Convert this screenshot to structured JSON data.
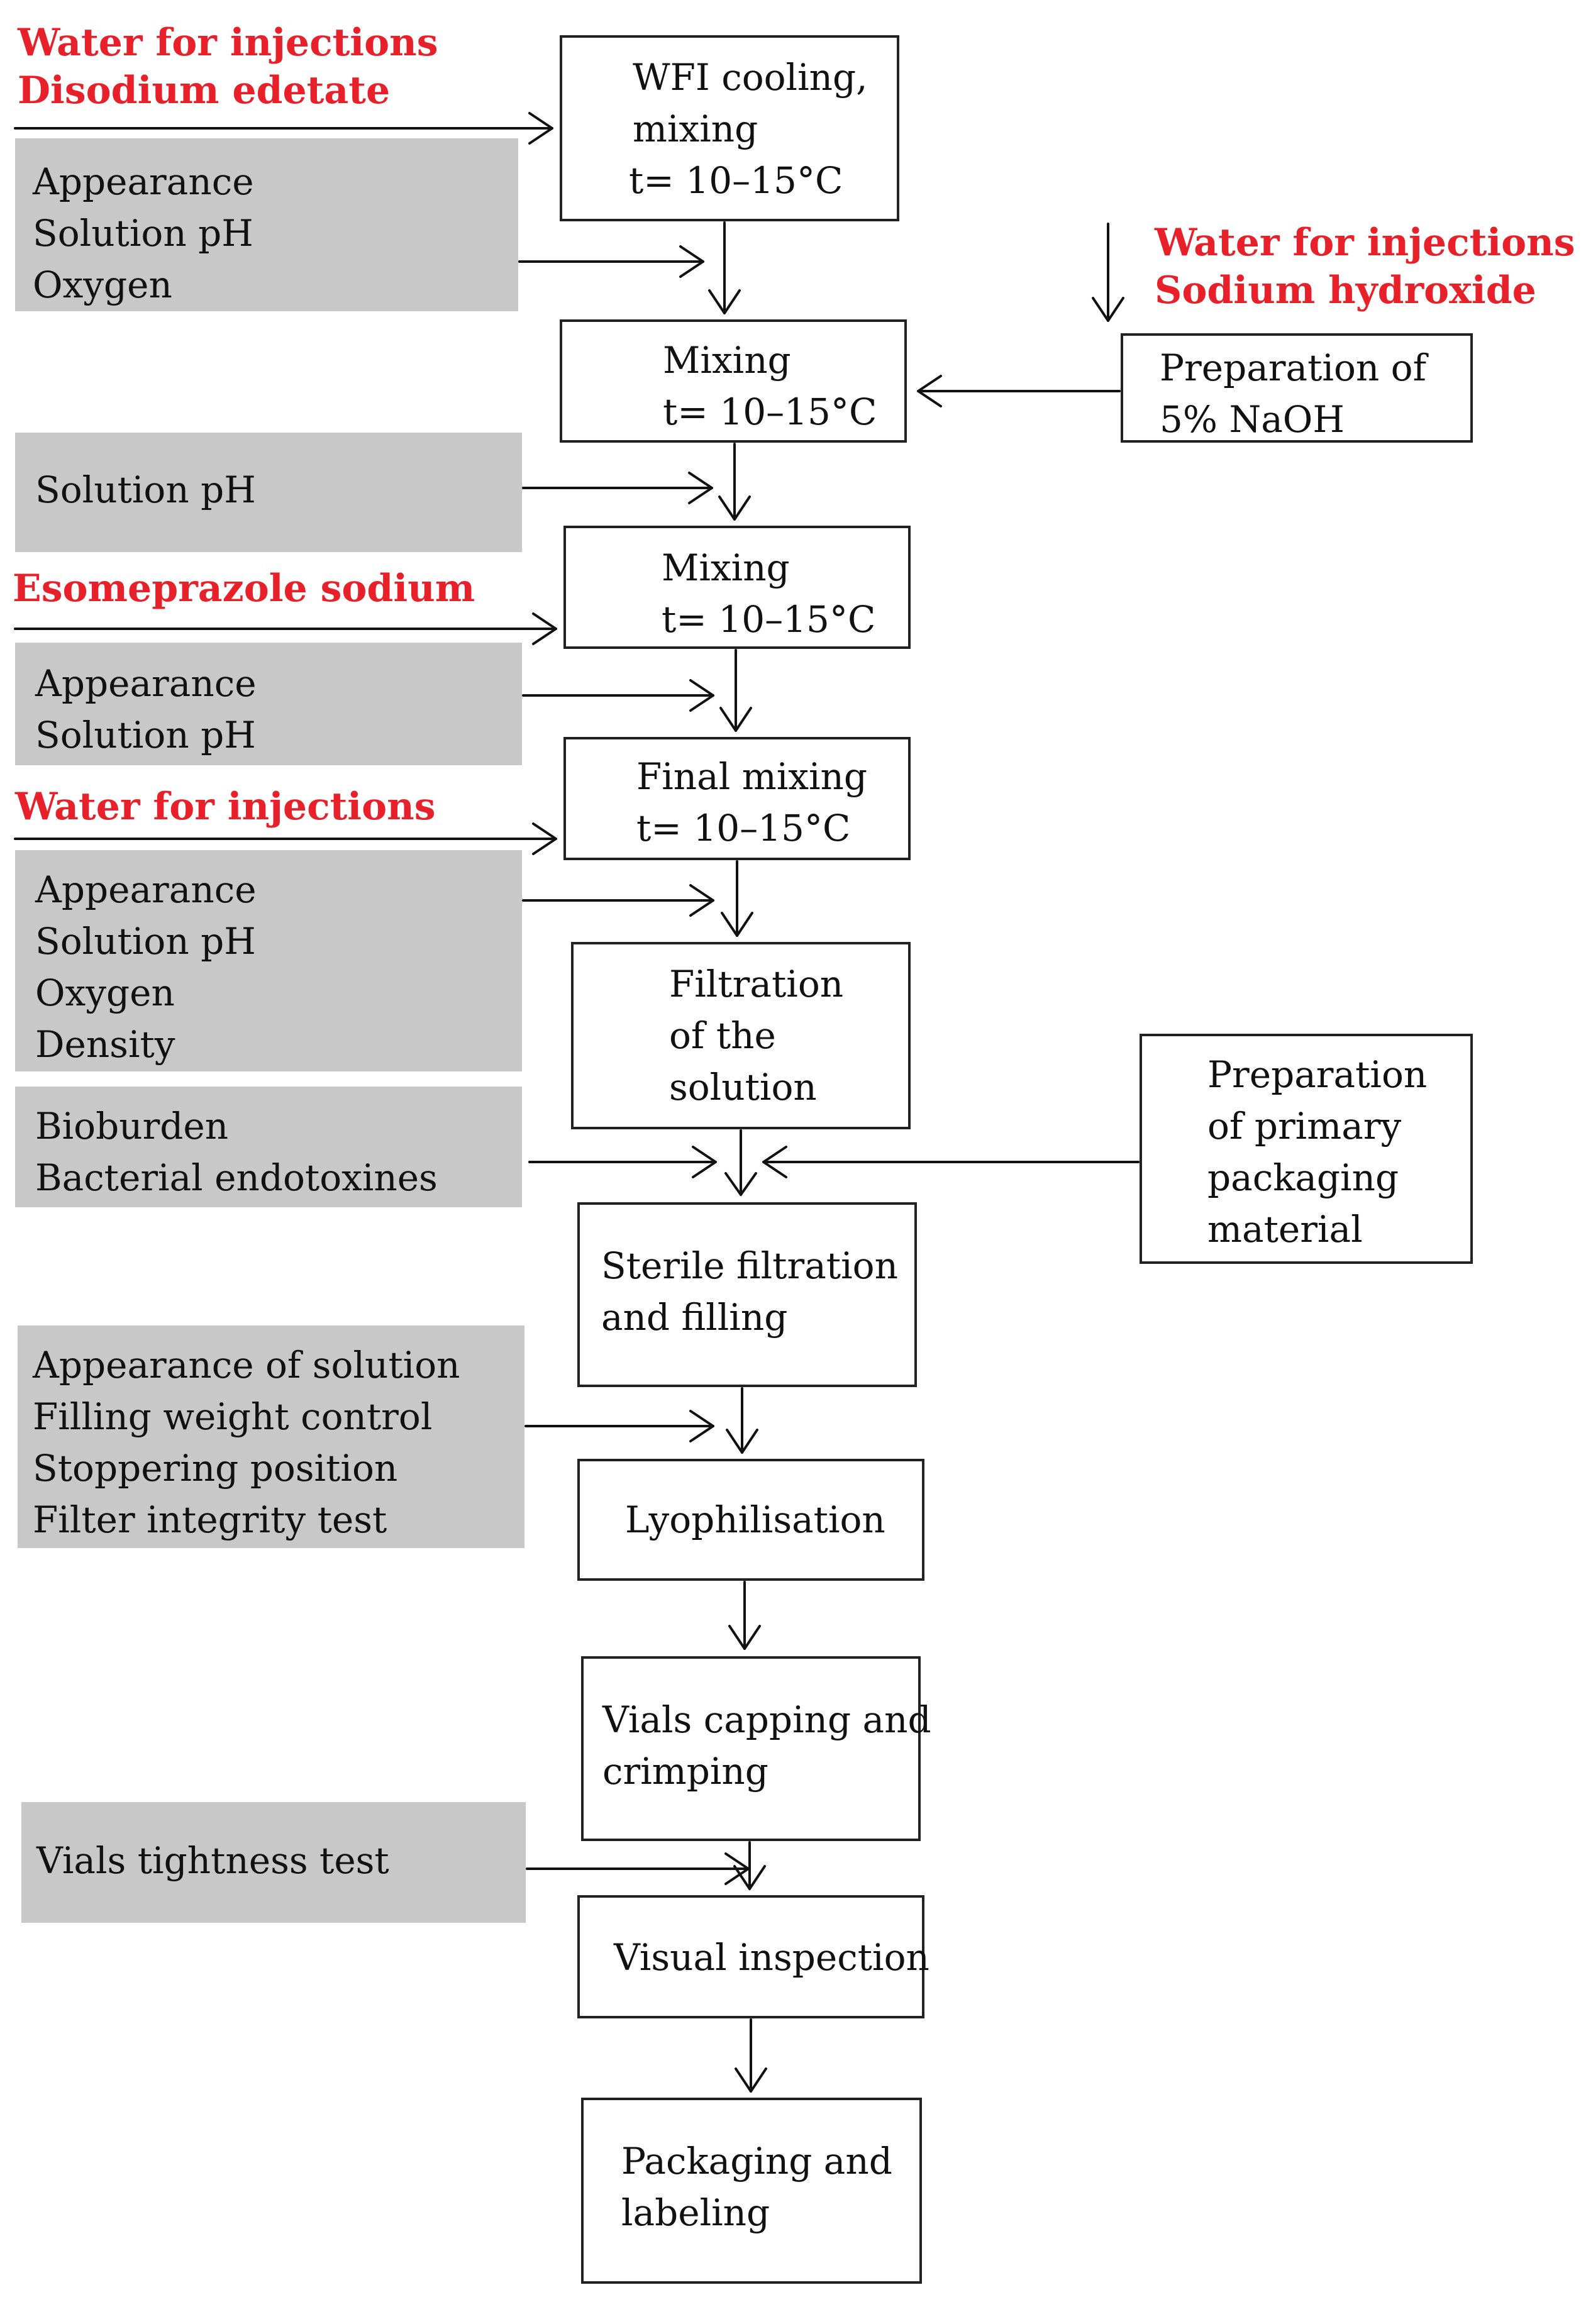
{
  "process_steps": [
    {
      "id": "wfi",
      "lines": [
        "WFI cooling,",
        "mixing",
        "t= 10–15°C"
      ]
    },
    {
      "id": "mix1",
      "lines": [
        "Mixing",
        "t= 10–15°C"
      ]
    },
    {
      "id": "naoh",
      "lines": [
        "Preparation of",
        "5% NaOH"
      ]
    },
    {
      "id": "mix2",
      "lines": [
        "Mixing",
        "t= 10–15°C"
      ]
    },
    {
      "id": "final",
      "lines": [
        "Final mixing",
        "t= 10–15°C"
      ]
    },
    {
      "id": "filt",
      "lines": [
        "Filtration",
        "of the",
        "solution"
      ]
    },
    {
      "id": "pack_mat",
      "lines": [
        "Preparation",
        "of primary",
        "packaging",
        "material"
      ]
    },
    {
      "id": "sterile",
      "lines": [
        "Sterile filtration",
        "and filling"
      ]
    },
    {
      "id": "lyo",
      "lines": [
        "Lyophilisation"
      ]
    },
    {
      "id": "cap",
      "lines": [
        "Vials capping and",
        "crimping"
      ]
    },
    {
      "id": "visual",
      "lines": [
        "Visual inspection"
      ]
    },
    {
      "id": "packlab",
      "lines": [
        "Packaging and",
        "labeling"
      ]
    }
  ],
  "controls": [
    {
      "id": "c1",
      "lines": [
        "Appearance",
        "Solution pH",
        "Oxygen"
      ]
    },
    {
      "id": "c2",
      "lines": [
        "Solution pH"
      ]
    },
    {
      "id": "c3",
      "lines": [
        "Appearance",
        "Solution pH"
      ]
    },
    {
      "id": "c4",
      "lines": [
        "Appearance",
        "Solution pH",
        "Oxygen",
        "Density"
      ]
    },
    {
      "id": "c5",
      "lines": [
        "Bioburden",
        "Bacterial endotoxines"
      ]
    },
    {
      "id": "c6",
      "lines": [
        "Appearance of solution",
        "Filling weight control",
        "Stoppering position",
        "Filter integrity test"
      ]
    },
    {
      "id": "c7",
      "lines": [
        "Vials tightness test"
      ]
    }
  ],
  "inputs": [
    {
      "id": "in1",
      "lines": [
        "Water for injections",
        "Disodium edetate"
      ]
    },
    {
      "id": "in2",
      "lines": [
        "Water for injections",
        "Sodium hydroxide"
      ]
    },
    {
      "id": "in3",
      "lines": [
        "Esomeprazole sodium"
      ]
    },
    {
      "id": "in4",
      "lines": [
        "Water for injections"
      ]
    }
  ],
  "colors": {
    "input_text": "#e8202a",
    "control_fill": "#c8c8c8",
    "box_border": "#222222"
  }
}
